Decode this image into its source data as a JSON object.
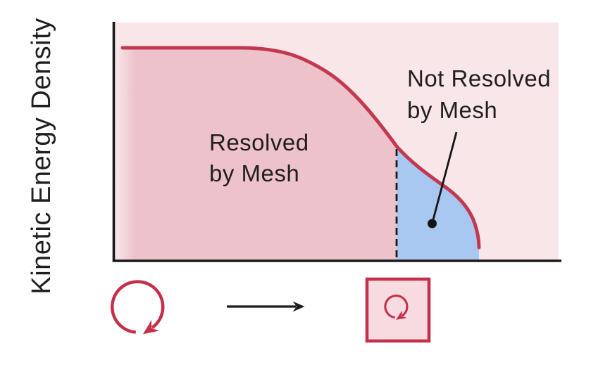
{
  "figure": {
    "y_axis_label": "Kinetic Energy Density",
    "regions": {
      "resolved": {
        "label_line1": "Resolved",
        "label_line2": "by Mesh"
      },
      "not_resolved": {
        "label_line1": "Not Resolved",
        "label_line2": "by Mesh"
      }
    },
    "icons": {
      "large_eddy": "circular-arrow-clockwise-icon",
      "transition": "right-arrow-icon",
      "mesh_cell": "square-mesh-cell-with-small-eddy-icon"
    },
    "colors": {
      "page_bg": "#ffffff",
      "plot_bg": "#f9e6e9",
      "resolved_fill": "#eec2ca",
      "not_resolved_fill": "#a8c8f1",
      "curve": "#c2394f",
      "icon_red": "#c52f48",
      "mesh_cell_fill": "#f7dbe0",
      "axis": "#1a1a1a",
      "text": "#1f1f1f"
    }
  }
}
